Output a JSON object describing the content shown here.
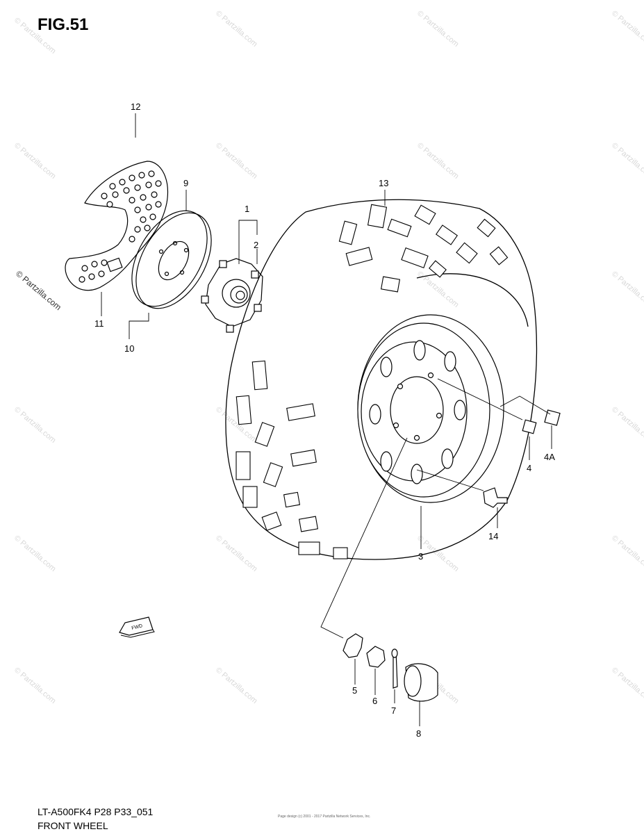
{
  "figure": {
    "title": "FIG.51"
  },
  "callouts": [
    "12",
    "9",
    "1",
    "2",
    "11",
    "10",
    "13",
    "4",
    "4A",
    "14",
    "3",
    "5",
    "6",
    "7",
    "8"
  ],
  "watermark": {
    "main": "© Partzilla.com",
    "repeat": "© Partzilla.com"
  },
  "direction_arrow": {
    "label": "FWD"
  },
  "footer": {
    "model": "LT-A500FK4  P28  P33_051",
    "name": "FRONT WHEEL",
    "center": "Page design (c) 2001 - 2017 Partzilla Network Services, Inc."
  }
}
